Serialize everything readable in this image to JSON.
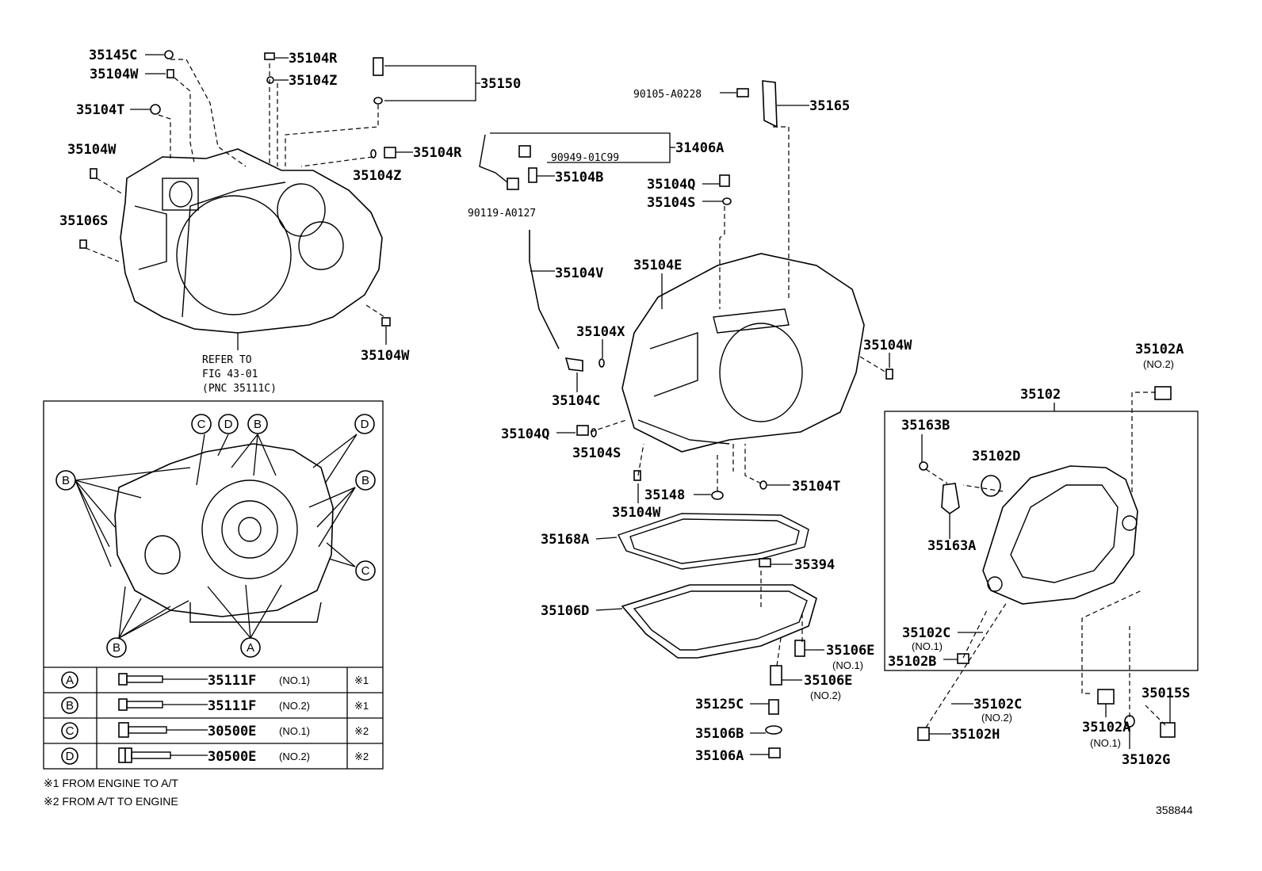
{
  "labels": {
    "p35145C": "35145C",
    "p35104W_a": "35104W",
    "p35104T_a": "35104T",
    "p35104W_b": "35104W",
    "p35106S": "35106S",
    "p35104R_a": "35104R",
    "p35104Z_a": "35104Z",
    "p35150": "35150",
    "p35104R_b": "35104R",
    "p35104Z_b": "35104Z",
    "p35104W_c": "35104W",
    "p90105": "90105-A0228",
    "p35165": "35165",
    "p90949": "90949-01C99",
    "p31406A": "31406A",
    "p35104B": "35104B",
    "p90119": "90119-A0127",
    "p35104Q_a": "35104Q",
    "p35104S_a": "35104S",
    "p35104V": "35104V",
    "p35104E": "35104E",
    "p35104X": "35104X",
    "p35104C": "35104C",
    "p35104W_d": "35104W",
    "p35102A_top": "35102A",
    "p35102A_top_sub": "(NO.2)",
    "p35102": "35102",
    "p35104Q_b": "35104Q",
    "p35104S_b": "35104S",
    "p35148": "35148",
    "p35104T_b": "35104T",
    "p35104W_e": "35104W",
    "p35163B": "35163B",
    "p35102D": "35102D",
    "p35163A": "35163A",
    "p35168A": "35168A",
    "p35394": "35394",
    "p35106D": "35106D",
    "p35106E_1": "35106E",
    "p35106E_1_sub": "(NO.1)",
    "p35106E_2": "35106E",
    "p35106E_2_sub": "(NO.2)",
    "p35125C": "35125C",
    "p35106B": "35106B",
    "p35106A": "35106A",
    "p35102C_1": "35102C",
    "p35102C_1_sub": "(NO.1)",
    "p35102B": "35102B",
    "p35102C_2": "35102C",
    "p35102C_2_sub": "(NO.2)",
    "p35102H": "35102H",
    "p35102A_bot": "35102A",
    "p35102A_bot_sub": "(NO.1)",
    "p35015S": "35015S",
    "p35102G": "35102G",
    "refer1": "REFER TO",
    "refer2": "FIG 43-01",
    "refer3": "(PNC 35111C)",
    "diagram_id": "358844"
  },
  "callouts": {
    "A": "A",
    "B": "B",
    "C": "C",
    "D": "D"
  },
  "bolt_table": [
    {
      "key": "A",
      "part": "35111F",
      "size": "(NO.1)",
      "note": "※1"
    },
    {
      "key": "B",
      "part": "35111F",
      "size": "(NO.2)",
      "note": "※1"
    },
    {
      "key": "C",
      "part": "30500E",
      "size": "(NO.1)",
      "note": "※2"
    },
    {
      "key": "D",
      "part": "30500E",
      "size": "(NO.2)",
      "note": "※2"
    }
  ],
  "footnotes": {
    "n1": "※1 FROM ENGINE TO A/T",
    "n2": "※2 FROM A/T TO ENGINE"
  }
}
